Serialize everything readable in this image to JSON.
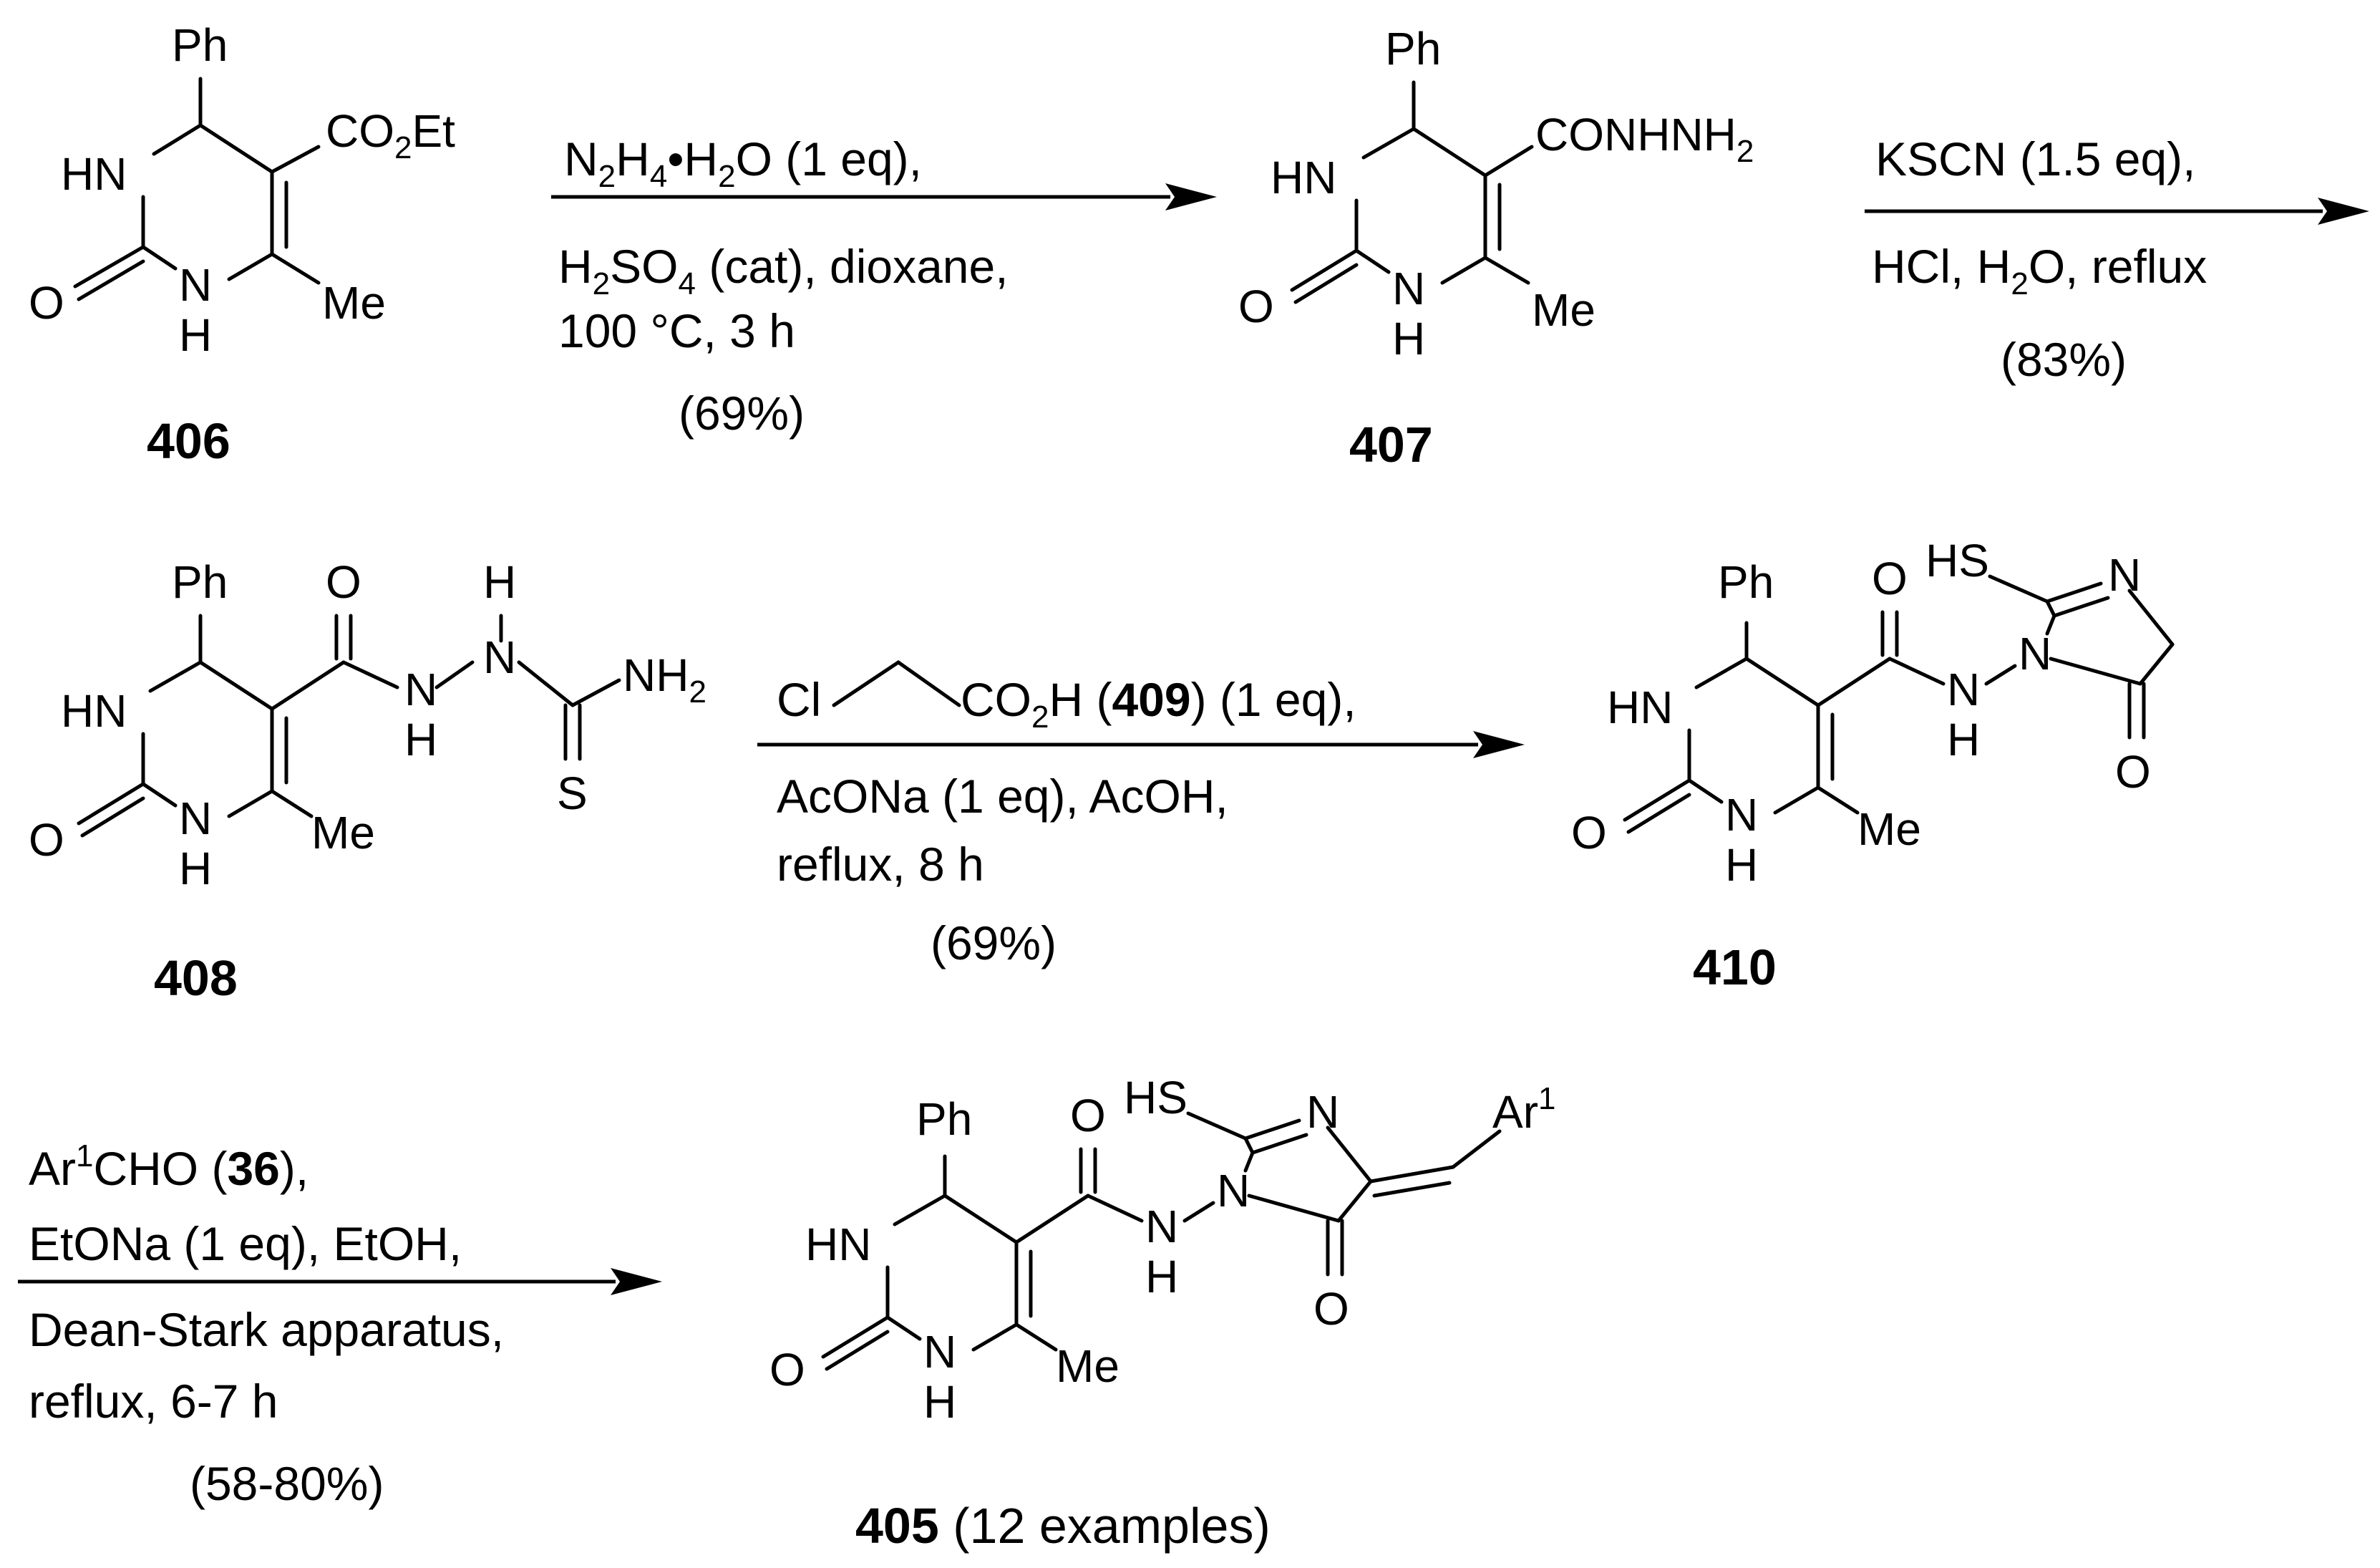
{
  "step1": {
    "reagent": "N2H4•H2O (1 eq),",
    "reagent_parts": [
      "N",
      "2",
      "H",
      "4",
      "•H",
      "2",
      "O (1 eq),"
    ],
    "cond1": "H2SO4 (cat), dioxane,",
    "cond1_parts": [
      "H",
      "2",
      "SO",
      "4",
      " (cat), dioxane,"
    ],
    "cond2": "100 °C, 3 h",
    "yield": "(69%)"
  },
  "step2": {
    "reagent": "KSCN (1.5 eq),",
    "cond1": "HCl, H2O, reflux",
    "cond1_parts": [
      "HCl, H",
      "2",
      "O, reflux"
    ],
    "yield": "(83%)"
  },
  "step3": {
    "reagent_parts": [
      "Cl",
      "CO",
      "2",
      "H  (",
      "409",
      ") (1 eq),"
    ],
    "cond1": "AcONa (1 eq), AcOH,",
    "cond2": "reflux, 8 h",
    "yield": "(69%)"
  },
  "step4": {
    "reagent_parts": [
      "Ar",
      "1",
      "CHO (",
      "36",
      "),"
    ],
    "cond1": "EtONa (1 eq), EtOH,",
    "cond2": "Dean-Stark apparatus,",
    "cond3": "reflux, 6-7 h",
    "yield": "(58-80%)"
  },
  "compounds": {
    "c406": {
      "id": "406"
    },
    "c407": {
      "id": "407"
    },
    "c408": {
      "id": "408"
    },
    "c410": {
      "id": "410"
    },
    "c405": {
      "id": "405",
      "note": " (12 examples)"
    }
  },
  "atoms": {
    "ph": "Ph",
    "hn": "HN",
    "n": "N",
    "h": "H",
    "o": "O",
    "me": "Me",
    "co2et_parts": [
      "CO",
      "2",
      "Et"
    ],
    "conhnh2_parts": [
      "CONHNH",
      "2"
    ],
    "nh2_parts": [
      "NH",
      "2"
    ],
    "s": "S",
    "hs": "HS",
    "ar1_parts": [
      "Ar",
      "1"
    ]
  }
}
